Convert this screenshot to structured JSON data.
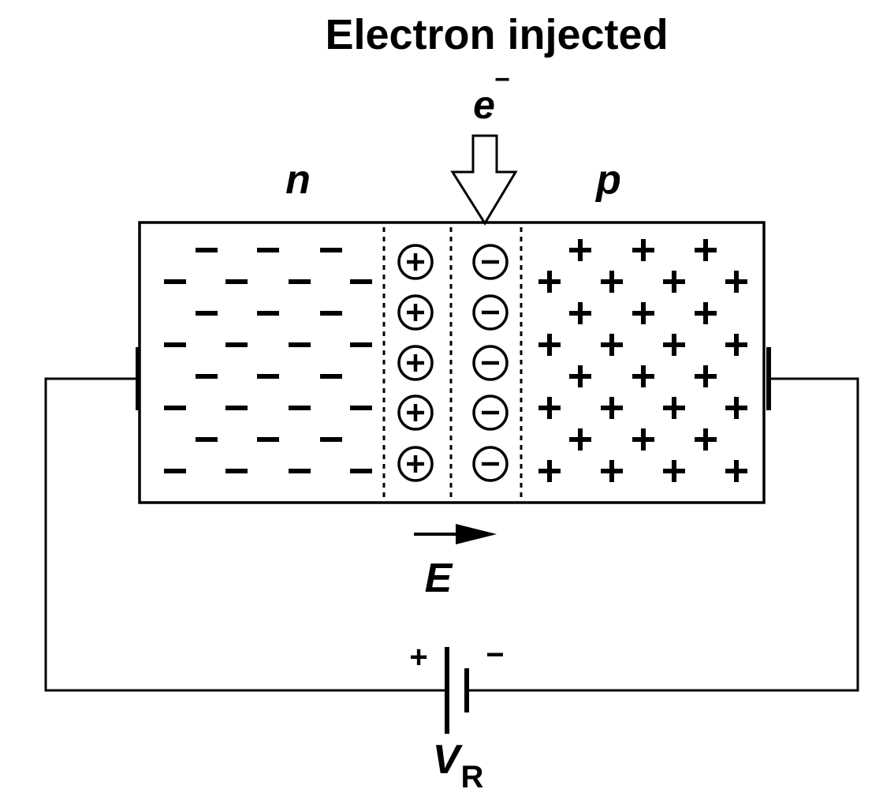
{
  "title": "Electron injected",
  "electron_label": "e",
  "electron_bar": "−",
  "regions": {
    "n_label": "n",
    "p_label": "p"
  },
  "field_label": "E",
  "battery": {
    "plus_sign": "+",
    "minus_sign": "−",
    "label_main": "V",
    "label_sub": "R"
  },
  "charges": {
    "n_side": {
      "type": "free-electron",
      "rows": 8,
      "pattern": "3-4 alternating"
    },
    "depletion_donor_ions": {
      "sign": "+",
      "count": 5
    },
    "depletion_acceptor_ions": {
      "sign": "−",
      "count": 5
    },
    "p_side": {
      "type": "hole",
      "rows": 8,
      "pattern": "3-4 alternating"
    }
  },
  "colors": {
    "ink": "#000000",
    "background": "#ffffff"
  }
}
